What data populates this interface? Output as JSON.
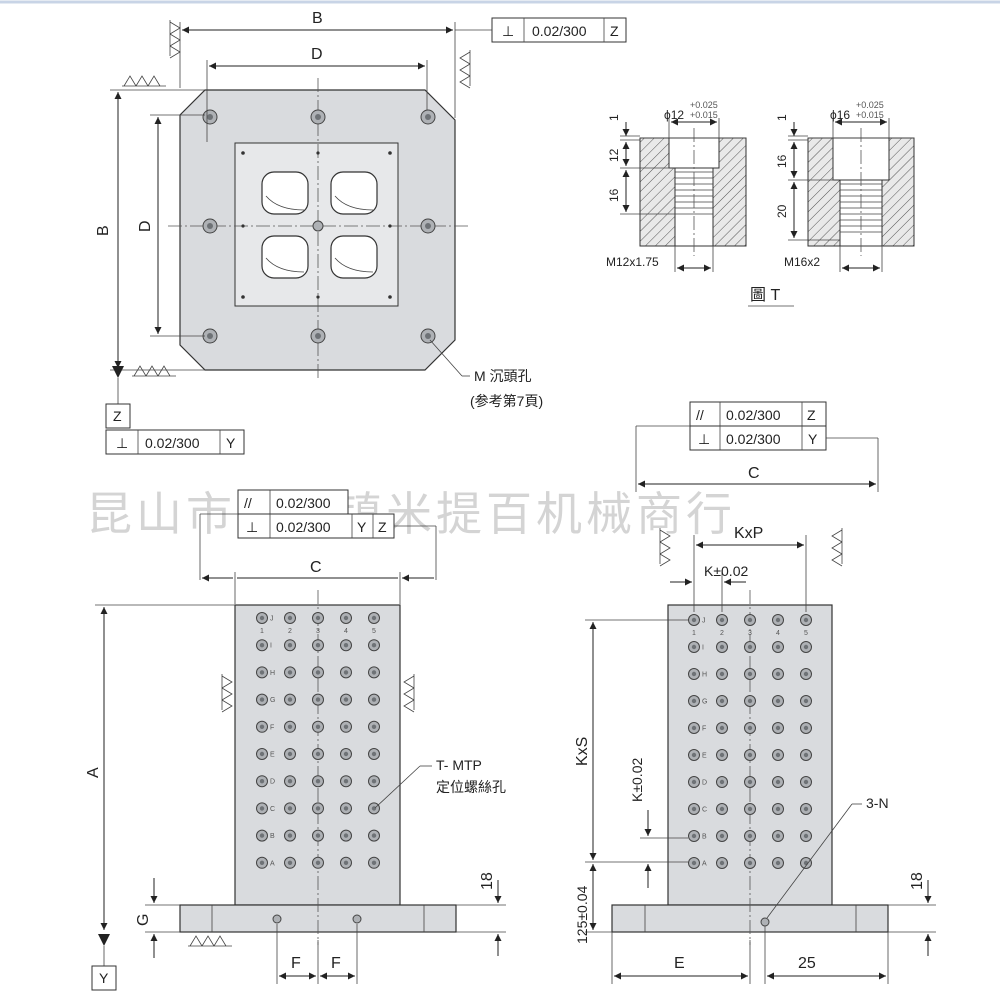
{
  "watermark": "昆山市花山镇米提百机械商行",
  "top_view": {
    "dim_B_horizontal": "B",
    "dim_D_horizontal": "D",
    "dim_B_vertical": "B",
    "dim_D_vertical": "D",
    "callout_line1": "M 沉頭孔",
    "callout_line2": "(参考第7頁)",
    "tol_right": {
      "symbol": "⊥",
      "value": "0.02/300",
      "datum": "Z"
    },
    "datum_Z": "Z",
    "tol_left": {
      "symbol": "⊥",
      "value": "0.02/300",
      "datum": "Y"
    }
  },
  "detail_T": {
    "left": {
      "dia": "ϕ12",
      "tol_upper": "+0.025",
      "tol_lower": "+0.015",
      "d1": "1",
      "d2": "12",
      "d3": "16",
      "thread": "M12x1.75"
    },
    "right": {
      "dia": "ϕ16",
      "tol_upper": "+0.025",
      "tol_lower": "+0.015",
      "d1": "1",
      "d2": "16",
      "d3": "20",
      "thread": "M16x2"
    },
    "caption": "圖 T"
  },
  "front_view": {
    "tol1": {
      "symbol": "//",
      "value": "0.02/300"
    },
    "tol2": {
      "symbol": "⊥",
      "value": "0.02/300",
      "datum1": "Y",
      "datum2": "Z"
    },
    "dim_C": "C",
    "dim_A": "A",
    "dim_G": "G",
    "dim_18": "18",
    "dim_F1": "F",
    "dim_F2": "F",
    "datum_Y": "Y",
    "callout_line1": "T- MTP",
    "callout_line2": "定位螺絲孔",
    "rows": [
      "J",
      "I",
      "H",
      "G",
      "F",
      "E",
      "D",
      "C",
      "B",
      "A"
    ],
    "cols": [
      "1",
      "2",
      "3",
      "4",
      "5"
    ]
  },
  "side_view": {
    "tol1": {
      "symbol": "//",
      "value": "0.02/300",
      "datum": "Z"
    },
    "tol2": {
      "symbol": "⊥",
      "value": "0.02/300",
      "datum": "Y"
    },
    "dim_C": "C",
    "dim_KxP": "KxP",
    "dim_K": "K±0.02",
    "dim_KxS": "KxS",
    "dim_K_vert": "K±0.02",
    "dim_125": "125±0.04",
    "dim_18": "18",
    "dim_E": "E",
    "dim_25": "25",
    "callout_3N": "3-N",
    "rows": [
      "J",
      "I",
      "H",
      "G",
      "F",
      "E",
      "D",
      "C",
      "B",
      "A"
    ],
    "cols": [
      "1",
      "2",
      "3",
      "4",
      "5"
    ]
  }
}
